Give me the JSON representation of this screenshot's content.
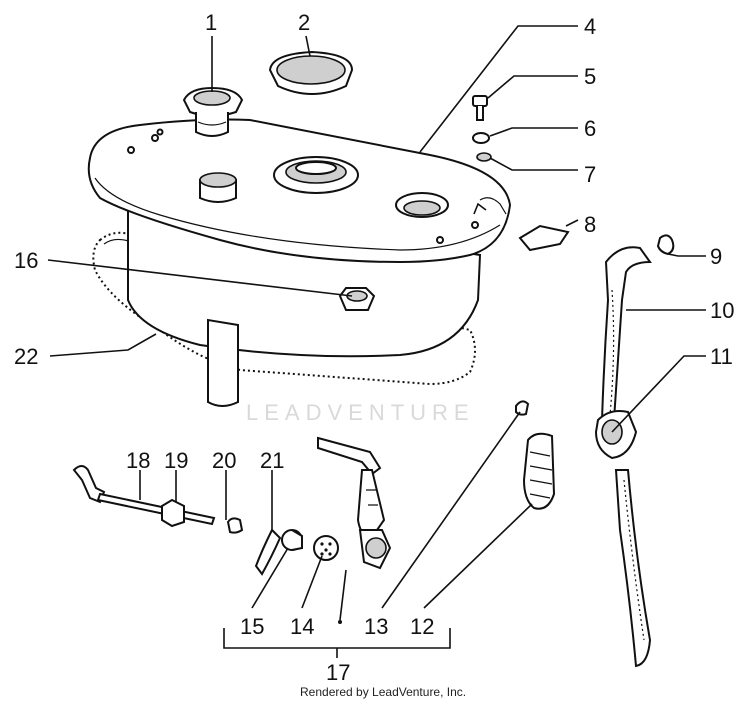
{
  "labels": {
    "l1": "1",
    "l2": "2",
    "l4": "4",
    "l5": "5",
    "l6": "6",
    "l7": "7",
    "l8": "8",
    "l9": "9",
    "l10": "10",
    "l11": "11",
    "l12": "12",
    "l13": "13",
    "l14": "14",
    "l15": "15",
    "l16": "16",
    "l17": "17",
    "l18": "18",
    "l19": "19",
    "l20": "20",
    "l21": "21",
    "l22": "22"
  },
  "watermark": "LEADVENTURE",
  "credit": "Rendered by LeadVenture, Inc."
}
